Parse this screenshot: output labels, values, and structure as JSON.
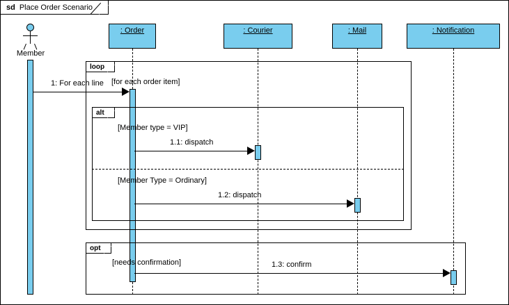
{
  "diagram": {
    "kind_keyword": "sd",
    "title": "Place Order Scenario",
    "colors": {
      "lifeline_fill": "#79CDEE",
      "line": "#000000",
      "background": "#FFFFFF"
    }
  },
  "actor": {
    "name": "Member",
    "icon": "actor-stick-figure"
  },
  "lifelines": [
    {
      "label": ": Order",
      "icon": "lifeline-box"
    },
    {
      "label": ": Courier",
      "icon": "lifeline-box"
    },
    {
      "label": ": Mail",
      "icon": "lifeline-box"
    },
    {
      "label": ": Notification",
      "icon": "lifeline-box"
    }
  ],
  "fragments": [
    {
      "operator": "loop",
      "guard": "[for each order item]",
      "operands": []
    },
    {
      "operator": "alt",
      "operands": [
        {
          "guard": "[Member type = VIP]"
        },
        {
          "guard": "[Member Type = Ordinary]"
        }
      ]
    },
    {
      "operator": "opt",
      "guard": "[needs confirmation]",
      "operands": []
    }
  ],
  "messages": [
    {
      "label": "1: For each line",
      "from": "Member",
      "to": ": Order",
      "kind": "synchronous"
    },
    {
      "label": "1.1: dispatch",
      "from": ": Order",
      "to": ": Courier",
      "kind": "synchronous"
    },
    {
      "label": "1.2: dispatch",
      "from": ": Order",
      "to": ": Mail",
      "kind": "synchronous"
    },
    {
      "label": "1.3: confirm",
      "from": ": Order",
      "to": ": Notification",
      "kind": "synchronous"
    }
  ]
}
